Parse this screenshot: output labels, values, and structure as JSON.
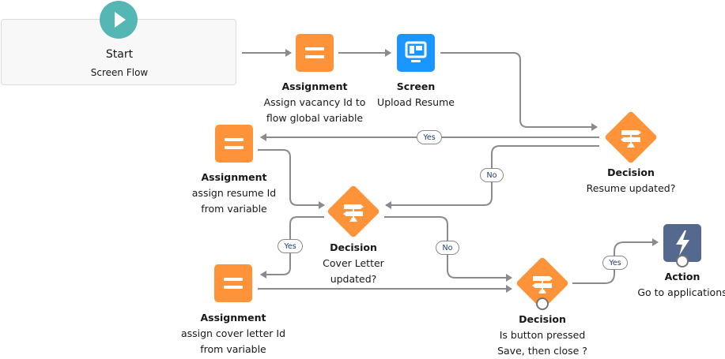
{
  "start": {
    "title": "Start",
    "subtitle": "Screen Flow",
    "icon": "play-icon",
    "color": "#54b7b4"
  },
  "nodes": [
    {
      "id": "assign1",
      "type": "Assignment",
      "label": [
        "Assign vacancy Id to",
        "flow global variable"
      ],
      "icon": "assignment-icon",
      "color": "#fe9339"
    },
    {
      "id": "screen1",
      "type": "Screen",
      "label": [
        "Upload Resume"
      ],
      "icon": "screen-icon",
      "color": "#1b96ff"
    },
    {
      "id": "dec1",
      "type": "Decision",
      "label": [
        "Resume updated?"
      ],
      "icon": "decision-icon",
      "color": "#fe9339"
    },
    {
      "id": "assign2",
      "type": "Assignment",
      "label": [
        "assign resume Id",
        "from variable"
      ],
      "icon": "assignment-icon",
      "color": "#fe9339"
    },
    {
      "id": "dec2",
      "type": "Decision",
      "label": [
        "Cover Letter",
        "updated?"
      ],
      "icon": "decision-icon",
      "color": "#fe9339"
    },
    {
      "id": "assign3",
      "type": "Assignment",
      "label": [
        "assign cover letter Id",
        "from variable"
      ],
      "icon": "assignment-icon",
      "color": "#fe9339"
    },
    {
      "id": "dec3",
      "type": "Decision",
      "label": [
        "Is button pressed",
        "Save, then close ?"
      ],
      "icon": "decision-icon",
      "color": "#fe9339"
    },
    {
      "id": "action1",
      "type": "Action",
      "label": [
        "Go to applications"
      ],
      "icon": "lightning-icon",
      "color": "#54698d"
    }
  ],
  "connectors": [
    {
      "from": "start",
      "to": "assign1",
      "label": ""
    },
    {
      "from": "assign1",
      "to": "screen1",
      "label": ""
    },
    {
      "from": "screen1",
      "to": "dec1",
      "label": ""
    },
    {
      "from": "dec1",
      "to": "assign2",
      "label": "Yes"
    },
    {
      "from": "dec1",
      "to": "dec2",
      "label": "No"
    },
    {
      "from": "assign2",
      "to": "dec2",
      "label": ""
    },
    {
      "from": "dec2",
      "to": "assign3",
      "label": "Yes"
    },
    {
      "from": "dec2",
      "to": "dec3",
      "label": "No"
    },
    {
      "from": "assign3",
      "to": "dec3",
      "label": ""
    },
    {
      "from": "dec3",
      "to": "action1",
      "label": "Yes"
    }
  ],
  "colors": {
    "connector": "#8a8a8f",
    "pill_text": "#1b3a6b"
  }
}
